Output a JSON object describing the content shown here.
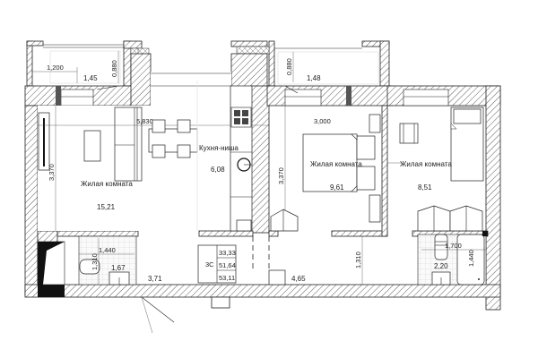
{
  "plan": {
    "type": "apartment-floor-plan",
    "rooms": [
      {
        "id": "living-room-1",
        "label": "Жилая комната",
        "area": "15,21"
      },
      {
        "id": "kitchen-niche",
        "label": "Кухня-ниша",
        "area": "6,08"
      },
      {
        "id": "living-room-2",
        "label": "Жилая комната",
        "area": "9,61"
      },
      {
        "id": "living-room-3",
        "label": "Жилая комната",
        "area": "8,51"
      },
      {
        "id": "hall",
        "label": "",
        "area": "3,71"
      },
      {
        "id": "corridor",
        "label": "",
        "area": "4,65"
      },
      {
        "id": "wc",
        "label": "",
        "area": "1,67"
      },
      {
        "id": "bathroom",
        "label": "",
        "area": "2,20"
      }
    ],
    "balconies": [
      {
        "id": "balcony-left",
        "area": "1,45",
        "width_dim": "1,200",
        "depth_dim": "0,880"
      },
      {
        "id": "balcony-right",
        "area": "1,48",
        "depth_dim": "0,880"
      }
    ],
    "dimensions": {
      "living_width": "5,830",
      "living_height": "3,370",
      "room2_width": "3,000",
      "room2_height": "3,370",
      "corridor_height": "1,310",
      "wc_width": "1,440",
      "wc_height": "1,310",
      "bath_width": "1,700",
      "bath_height": "1,440"
    },
    "summary": {
      "type_code": "3С",
      "living_area": "33,33",
      "total_area": "51,64",
      "total_with_balconies": "53,11"
    }
  }
}
